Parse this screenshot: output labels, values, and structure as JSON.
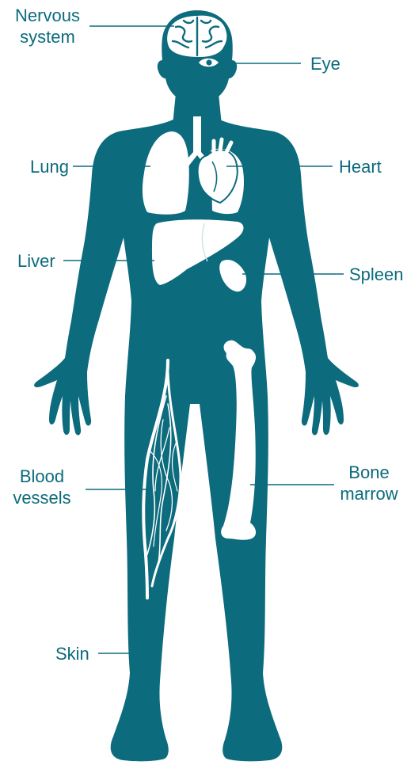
{
  "colors": {
    "body": "#0c6b7d",
    "organ": "#ffffff",
    "label": "#0c6b7d"
  },
  "labels": {
    "nervous_1": "Nervous",
    "nervous_2": "system",
    "eye": "Eye",
    "lung": "Lung",
    "heart": "Heart",
    "liver": "Liver",
    "spleen": "Spleen",
    "blood_1": "Blood",
    "blood_2": "vessels",
    "bone_1": "Bone",
    "bone_2": "marrow",
    "skin": "Skin"
  }
}
